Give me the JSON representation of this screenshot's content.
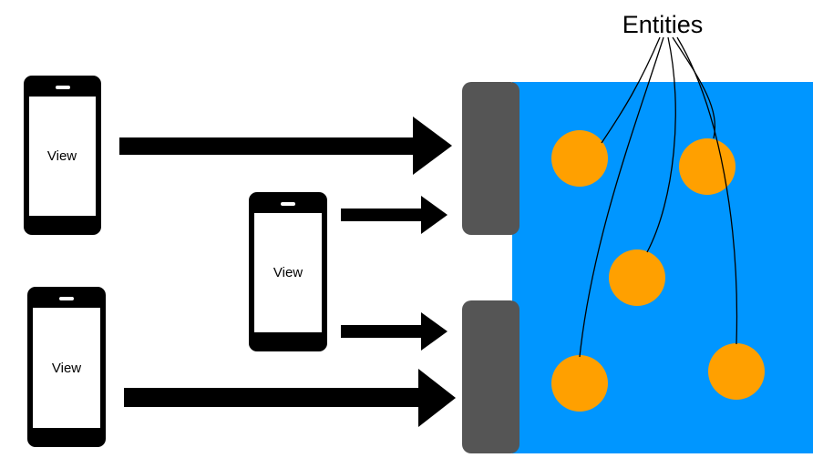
{
  "diagram": {
    "entities_label": "Entities",
    "view_label": "View",
    "colors": {
      "world_background": "#0096ff",
      "entity_fill": "#ffa000",
      "gateway_fill": "#555555",
      "phone_body": "#000000",
      "phone_screen": "#ffffff",
      "arrow": "#000000",
      "leader_line": "#000000"
    },
    "views": [
      {
        "id": "view-1",
        "label": "View"
      },
      {
        "id": "view-2",
        "label": "View"
      },
      {
        "id": "view-3",
        "label": "View"
      }
    ],
    "gateway_count": 2,
    "entity_count": 5
  }
}
